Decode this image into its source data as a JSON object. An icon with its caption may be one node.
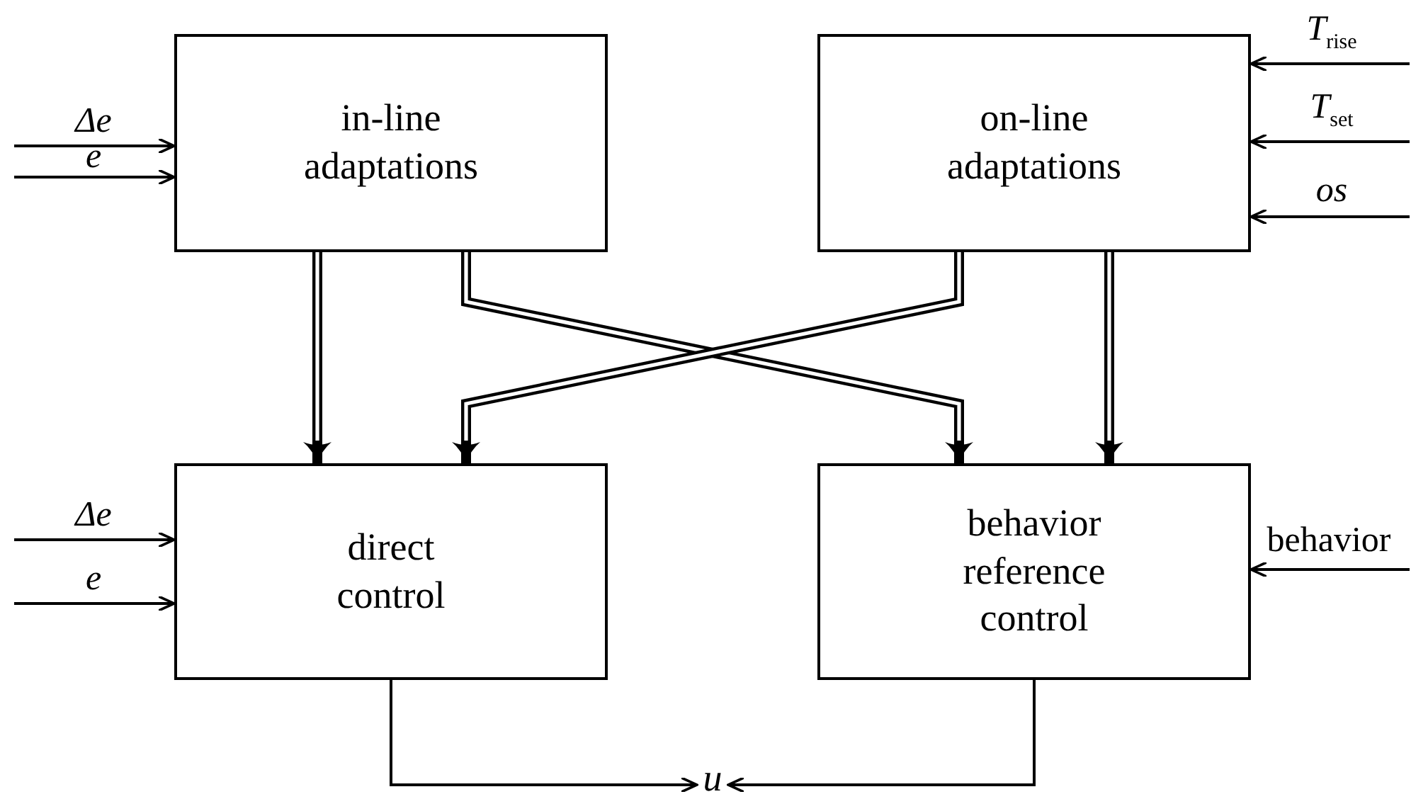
{
  "diagram": {
    "nodes": [
      {
        "text": [
          "in-line adaptations"
        ]
      },
      {
        "text": [
          "on-line adaptations"
        ]
      },
      {
        "text": [
          "direct control"
        ]
      },
      {
        "text": [
          "behavior reference control"
        ]
      },
      {
        "text": [
          "u"
        ]
      }
    ],
    "edges": [
      {
        "from": null,
        "to": 0,
        "arrow": "to",
        "label": "Δe"
      },
      {
        "from": null,
        "to": 0,
        "arrow": "to",
        "label": "e"
      },
      {
        "from": null,
        "to": 1,
        "arrow": "to",
        "label": "*T*$_{rise}$"
      },
      {
        "from": null,
        "to": 1,
        "arrow": "to",
        "label": "*T*$_{set}$"
      },
      {
        "from": null,
        "to": 1,
        "arrow": "to",
        "label": "os"
      },
      {
        "from": 0,
        "to": 2,
        "arrow": "to",
        "style": "thick"
      },
      {
        "from": 0,
        "to": 3,
        "arrow": "to",
        "style": "thick"
      },
      {
        "from": 1,
        "to": 2,
        "arrow": "to",
        "style": "thick"
      },
      {
        "from": 1,
        "to": 3,
        "arrow": "to",
        "style": "thick"
      },
      {
        "from": null,
        "to": 2,
        "arrow": "to",
        "label": "Δe"
      },
      {
        "from": null,
        "to": 2,
        "arrow": "to",
        "label": "e"
      },
      {
        "from": null,
        "to": 3,
        "arrow": "to",
        "label": "behavior"
      },
      {
        "from": 2,
        "to": 4,
        "arrow": "to"
      },
      {
        "from": 3,
        "to": 4,
        "arrow": "to"
      }
    ]
  }
}
